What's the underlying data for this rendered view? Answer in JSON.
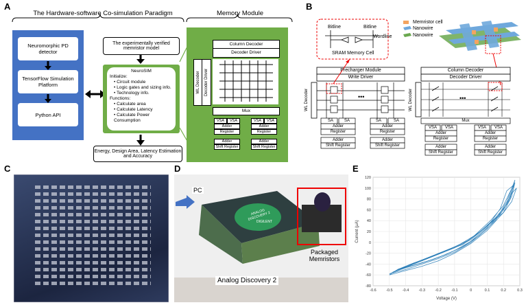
{
  "panels": {
    "a": "A",
    "b": "B",
    "c": "C",
    "d": "D",
    "e": "E"
  },
  "panelA": {
    "title_left": "The Hardware-software Co-simulation Paradigm",
    "title_right": "Memory Module",
    "blue_items": [
      "Neuromorphic PD detector",
      "TensorFlow Simulation Platform",
      "Python API"
    ],
    "memristor_model": "The experimentally verified memristor model",
    "neurosim_title": "NeuroSIM",
    "initialize_label": "Initialize:",
    "initialize_items": [
      "Circuit module",
      "Logic gates and sizing info.",
      "Technology info."
    ],
    "functions_label": "Functions:",
    "functions_items": [
      "Calculate area",
      "Calculate Latency",
      "Calculate Power Consumption"
    ],
    "output_box": "Energy, Design Area, Latency Estimation and Accuracy",
    "mem": {
      "column_decoder": "Column Decoder",
      "decoder_driver": "Decoder Driver",
      "wl_decoder": "WL Decoder",
      "decoder_driver_v": "Decoder Driver",
      "mux": "Mux",
      "vsa": "VSA",
      "adder": "Adder",
      "register": "Register",
      "shift_register": "Shift Register"
    },
    "colors": {
      "blue": "#4472c4",
      "green": "#70ad47"
    }
  },
  "panelB": {
    "bitline_left": "Bitline",
    "bitline_right": "Bitline",
    "wordline": "Wordline",
    "sram_label": "SRAM Memory Cell",
    "precharger": "Precharger Module",
    "write_driver": "Write Driver",
    "wl_decoder": "WL Decoder",
    "sa": "SA",
    "adder": "Adder",
    "register": "Register",
    "shift_register": "Shift Register",
    "dots": "•••",
    "legend": [
      "Memristor cell",
      "Nanowire",
      "Nanowire"
    ],
    "column_decoder": "Column Decoder",
    "decoder_driver": "Decoder Driver",
    "wl_decoder_r": "WL Decoder",
    "mux": "Mux",
    "vsa": "VSA",
    "legend_colors": [
      "#f4a460",
      "#6fa8dc",
      "#6aa84f"
    ]
  },
  "panelD": {
    "pc_label": "PC",
    "packaged": "Packaged Memristors",
    "device": "Analog Discovery 2",
    "brand_logo": "ANALOG DISCOVERY 2",
    "brand_small": "DIGILENT"
  },
  "chart_data": {
    "type": "line",
    "title": "",
    "xlabel": "Voltage (V)",
    "ylabel": "Current (µA)",
    "xlim": [
      -0.6,
      0.3
    ],
    "ylim": [
      -80,
      120
    ],
    "xticks": [
      -0.6,
      -0.5,
      -0.4,
      -0.3,
      -0.2,
      -0.1,
      0,
      0.1,
      0.2,
      0.3
    ],
    "yticks": [
      -80,
      -60,
      -40,
      -20,
      0,
      20,
      40,
      60,
      80,
      100,
      120
    ],
    "grid": true,
    "series_color": "#1f77b4",
    "series": [
      {
        "x": [
          -0.5,
          -0.4,
          -0.3,
          -0.2,
          -0.1,
          0,
          0.1,
          0.2,
          0.25,
          0.28,
          0.25,
          0.2,
          0.1,
          0,
          -0.1,
          -0.2,
          -0.3,
          -0.4,
          -0.5
        ],
        "y": [
          -58,
          -50,
          -40,
          -30,
          -18,
          0,
          25,
          60,
          90,
          100,
          75,
          55,
          30,
          5,
          -10,
          -22,
          -34,
          -46,
          -58
        ]
      },
      {
        "x": [
          -0.5,
          -0.4,
          -0.3,
          -0.2,
          -0.1,
          0,
          0.1,
          0.2,
          0.25,
          0.27,
          0.22,
          0.15,
          0.05,
          -0.05,
          -0.15,
          -0.25,
          -0.35,
          -0.45,
          -0.5
        ],
        "y": [
          -60,
          -52,
          -44,
          -34,
          -20,
          -2,
          22,
          55,
          85,
          110,
          70,
          45,
          18,
          -4,
          -15,
          -27,
          -38,
          -50,
          -60
        ]
      },
      {
        "x": [
          -0.48,
          -0.4,
          -0.3,
          -0.2,
          -0.1,
          0,
          0.1,
          0.18,
          0.22,
          0.26,
          0.2,
          0.12,
          0.02,
          -0.08,
          -0.18,
          -0.28,
          -0.38,
          -0.48
        ],
        "y": [
          -55,
          -47,
          -38,
          -28,
          -15,
          2,
          28,
          62,
          95,
          105,
          68,
          40,
          12,
          -6,
          -18,
          -30,
          -42,
          -55
        ]
      },
      {
        "x": [
          -0.45,
          -0.35,
          -0.25,
          -0.15,
          -0.05,
          0.05,
          0.15,
          0.22,
          0.27,
          0.24,
          0.18,
          0.08,
          -0.02,
          -0.12,
          -0.22,
          -0.32,
          -0.42,
          -0.45
        ],
        "y": [
          -50,
          -42,
          -33,
          -22,
          -8,
          12,
          40,
          75,
          115,
          80,
          52,
          25,
          3,
          -11,
          -24,
          -36,
          -47,
          -50
        ]
      }
    ]
  }
}
